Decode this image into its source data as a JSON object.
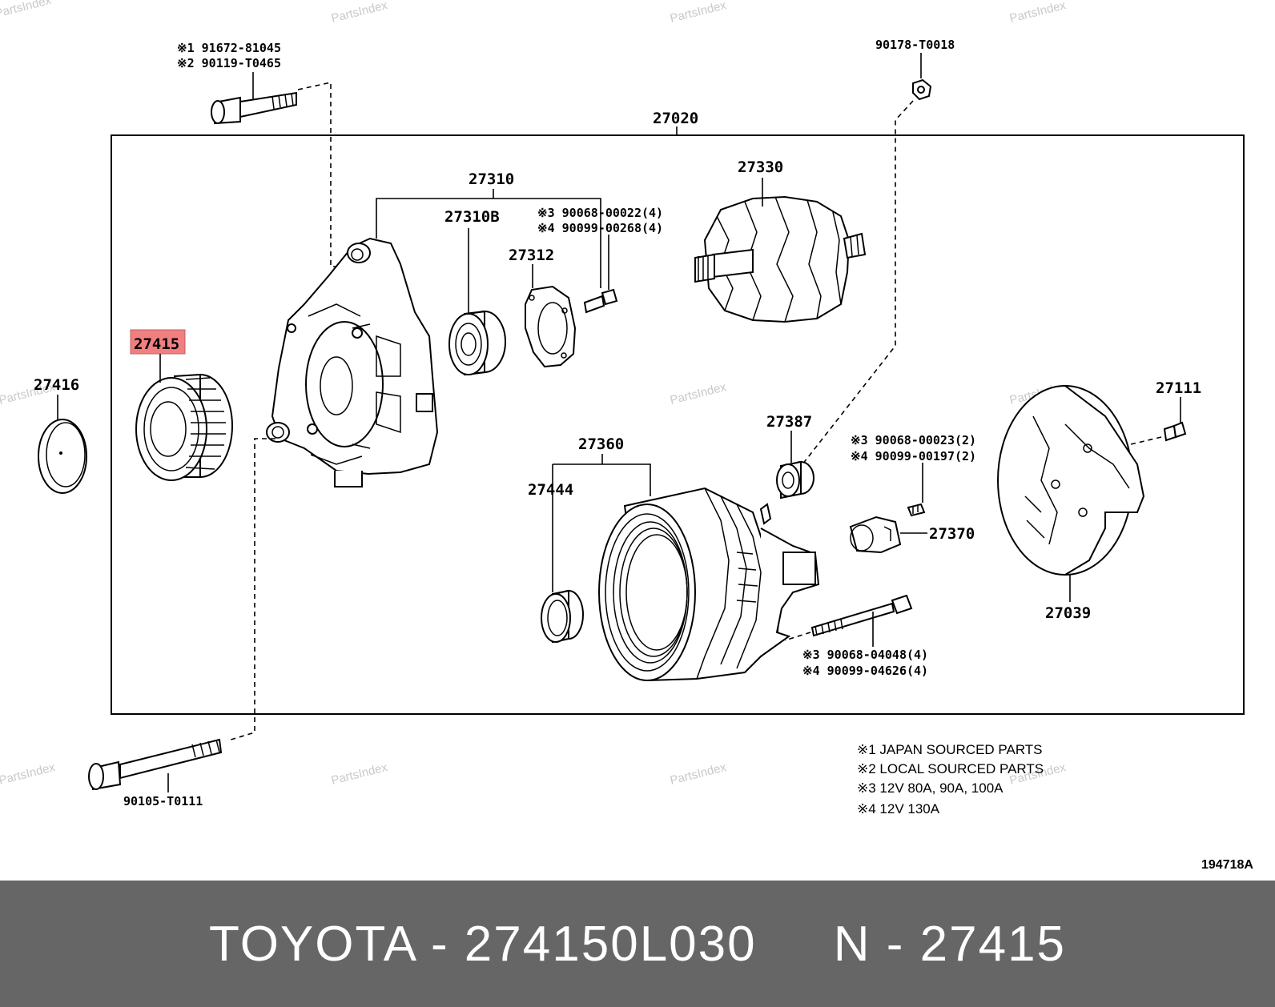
{
  "watermark": "PartsIndex",
  "labels": {
    "bolt_top_1": "※1 91672-81045",
    "bolt_top_2": "※2 90119-T0465",
    "nut_top": "90178-T0018",
    "assembly": "27020",
    "frame": "27310",
    "bearing": "27310B",
    "screw_1": "※3 90068-00022(4)",
    "screw_2": "※4 90099-00268(4)",
    "retainer": "27312",
    "rotor": "27330",
    "pulley": "27415",
    "cap": "27416",
    "stator": "27360",
    "insulator": "27444",
    "holder": "27387",
    "rect_screw_1": "※3 90068-00023(2)",
    "rect_screw_2": "※4 90099-00197(2)",
    "regulator": "27370",
    "terminal": "27111",
    "cover": "27039",
    "through_bolt_1": "※3 90068-04048(4)",
    "through_bolt_2": "※4 90099-04626(4)",
    "bolt_bottom": "90105-T0111"
  },
  "notes": [
    "※1 JAPAN SOURCED PARTS",
    "※2 LOCAL SOURCED PARTS",
    "※3 12V 80A, 90A, 100A",
    "※4 12V 130A"
  ],
  "diagram_code": "194718A",
  "highlight_color": "#f08080",
  "footer": {
    "text": "TOYOTA - 274150L030     N - 27415",
    "background": "#666666"
  }
}
